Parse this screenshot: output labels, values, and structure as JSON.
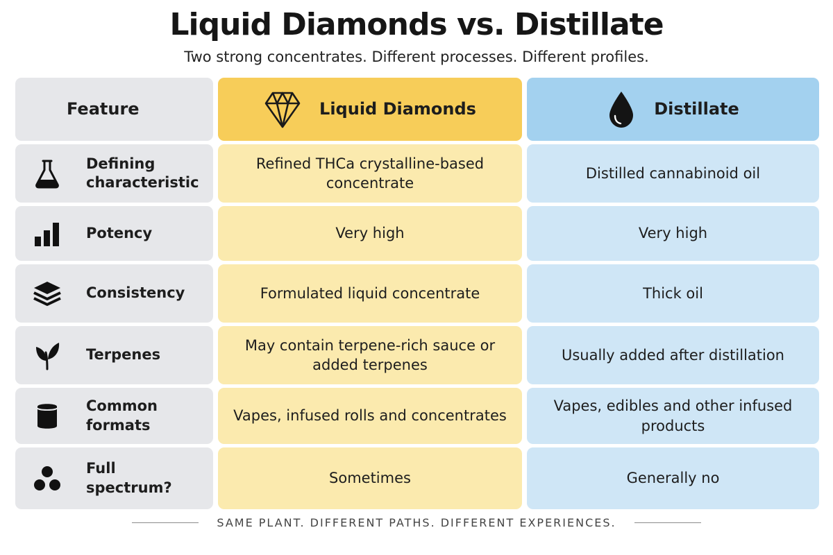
{
  "title": "Liquid Diamonds vs. Distillate",
  "subtitle": "Two strong concentrates. Different processes. Different profiles.",
  "header": {
    "feature": "Feature",
    "liquid_diamonds": "Liquid Diamonds",
    "distillate": "Distillate",
    "liquid_diamonds_icon": "diamond-icon",
    "distillate_icon": "drop-icon"
  },
  "rows": [
    {
      "feature": "Defining\ncharacteristic",
      "icon": "flask-icon",
      "liquid_diamonds": "Refined THCa crystalline-based concentrate",
      "distillate": "Distilled cannabinoid oil"
    },
    {
      "feature": "Potency",
      "icon": "bar-chart-icon",
      "liquid_diamonds": "Very high",
      "distillate": "Very high"
    },
    {
      "feature": "Consistency",
      "icon": "layers-icon",
      "liquid_diamonds": "Formulated liquid concentrate",
      "distillate": "Thick oil"
    },
    {
      "feature": "Terpenes",
      "icon": "leaf-icon",
      "liquid_diamonds": "May contain terpene-rich sauce or added terpenes",
      "distillate": "Usually added after distillation"
    },
    {
      "feature": "Common\nformats",
      "icon": "cylinder-icon",
      "liquid_diamonds": "Vapes, infused rolls and concentrates",
      "distillate": "Vapes, edibles and other infused products"
    },
    {
      "feature": "Full spectrum?",
      "icon": "molecule-icon",
      "liquid_diamonds": "Sometimes",
      "distillate": "Generally no"
    }
  ],
  "footer": "SAME PLANT. DIFFERENT PATHS. DIFFERENT EXPERIENCES.",
  "colors": {
    "feature_bg": "#e6e7ea",
    "liquid_diamonds_header": "#f7cd59",
    "liquid_diamonds_cell": "#fbeaae",
    "distillate_header": "#a3d1ef",
    "distillate_cell": "#cfe6f6"
  }
}
